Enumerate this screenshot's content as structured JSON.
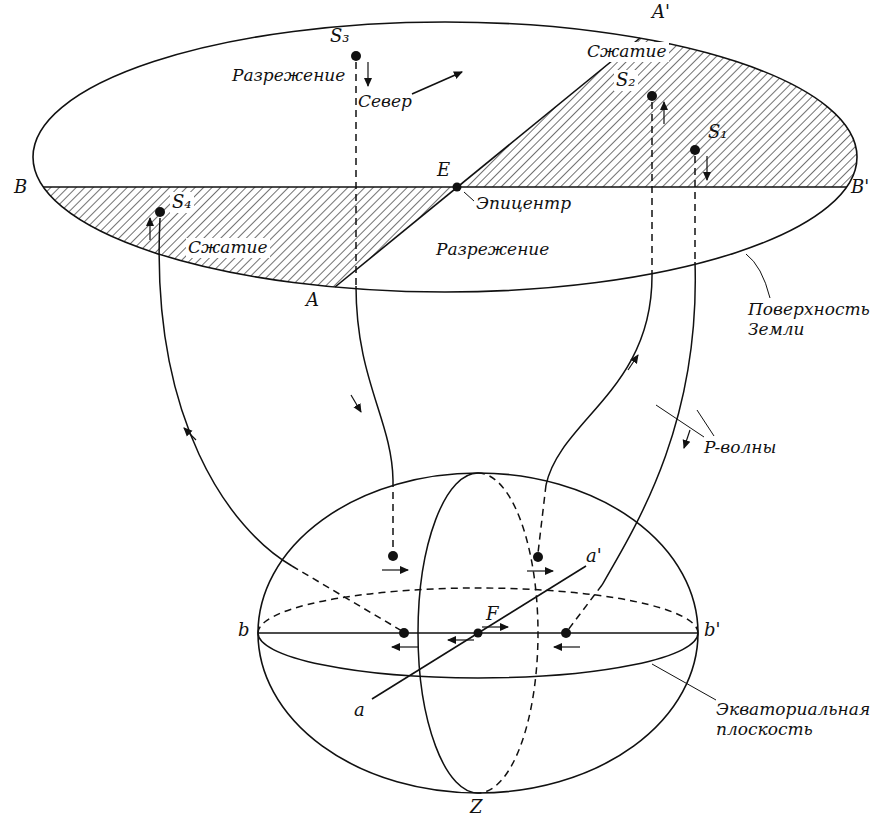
{
  "diagram": {
    "labels": [
      "Разрежение",
      "Сжатие",
      "Север",
      "A'",
      "B",
      "B'",
      "A",
      "E",
      "Эпицентр",
      "S₃",
      "S₂",
      "S₁",
      "S₄",
      "Сжатие",
      "Разрежение",
      "Поверхность Земли",
      "P-волны",
      "a'",
      "b",
      "b'",
      "F",
      "a",
      "Экваториальная плоскость",
      "Z"
    ]
  }
}
